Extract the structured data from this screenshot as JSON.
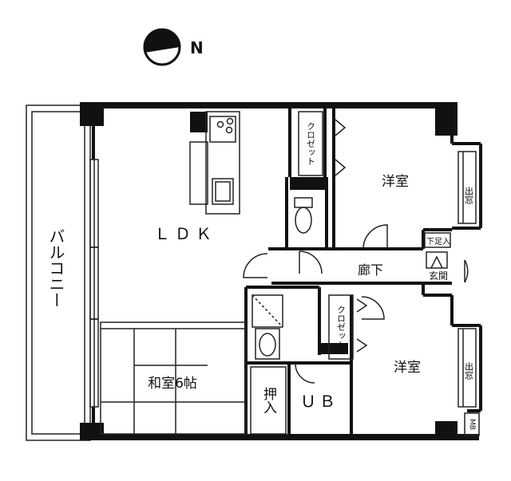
{
  "compass": {
    "label": "N"
  },
  "rooms": {
    "ldk": "ＬＤＫ",
    "balcony": "バルコニー",
    "washitsu": "和室6帖",
    "oshiire": "押入",
    "ub": "ＵＢ",
    "youshitsu_top": "洋室",
    "youshitsu_bottom": "洋室",
    "rouka": "廊下",
    "genkan": "玄関",
    "getabako": "下足入",
    "closet_top": "クロゼット",
    "closet_bottom": "クロゼット",
    "demado_top": "出窓",
    "demado_bottom": "出窓",
    "mb": "MB"
  }
}
